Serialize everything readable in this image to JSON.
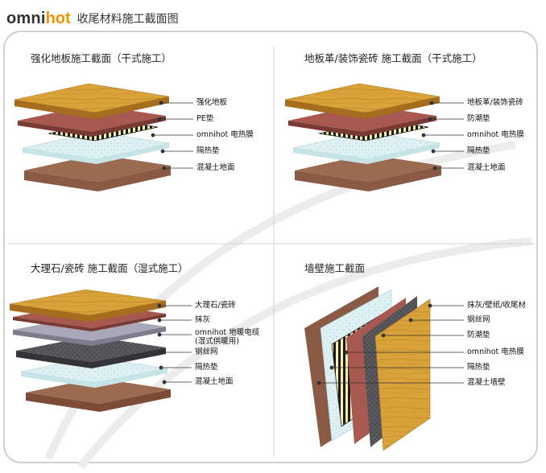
{
  "brand": {
    "part1": "omni",
    "part2": "hot",
    "title": "收尾材料施工截面图"
  },
  "panels": [
    {
      "title": "强化地板施工截面（干式施工）",
      "labels": [
        "强化地板",
        "PE垫",
        "omnihot 电热膜",
        "隔热垫",
        "混凝土地面"
      ]
    },
    {
      "title": "地板革/装饰瓷砖 施工截面（干式施工）",
      "labels": [
        "地板革/装饰瓷砖",
        "防潮垫",
        "omnihot 电热膜",
        "隔热垫",
        "混凝土地面"
      ]
    },
    {
      "title": "大理石/瓷砖 施工截面（湿式施工）",
      "labels": [
        "大理石/瓷砖",
        "抹灰",
        "omnihot 地暖电缆",
        "(湿式供暖用)",
        "钢丝网",
        "隔热垫",
        "混凝土地面"
      ]
    },
    {
      "title": "墙壁施工截面",
      "labels": [
        "抹灰/壁纸/收尾材",
        "钢丝网",
        "防潮垫",
        "omnihot 电热膜",
        "隔热垫",
        "混凝土墙壁"
      ]
    }
  ]
}
